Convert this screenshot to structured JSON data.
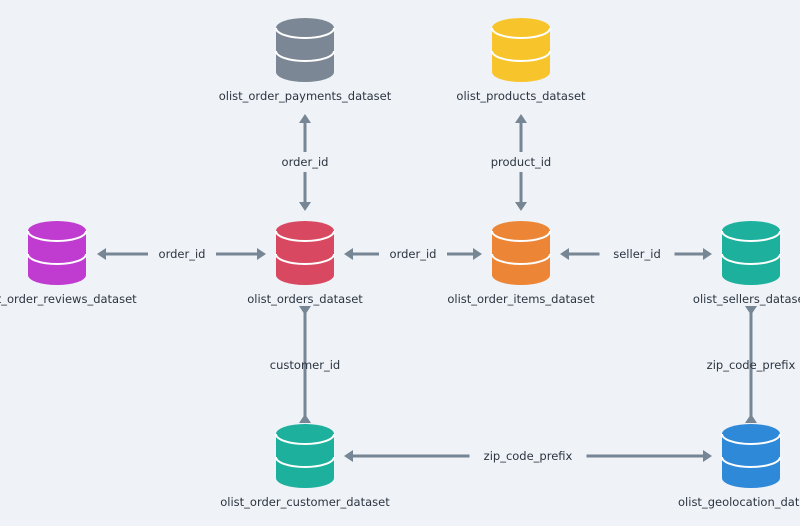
{
  "diagram": {
    "type": "entity-relationship",
    "nodes": [
      {
        "id": "payments",
        "label": "olist_order_payments_dataset",
        "color": "#7b8794",
        "icon": "database-icon"
      },
      {
        "id": "products",
        "label": "olist_products_dataset",
        "color": "#f7c52b",
        "icon": "database-icon"
      },
      {
        "id": "reviews",
        "label": "olist_order_reviews_dataset",
        "color": "#c03bd0",
        "icon": "database-icon"
      },
      {
        "id": "orders",
        "label": "olist_orders_dataset",
        "color": "#d84860",
        "icon": "database-icon"
      },
      {
        "id": "order_items",
        "label": "olist_order_items_dataset",
        "color": "#ec8636",
        "icon": "database-icon"
      },
      {
        "id": "sellers",
        "label": "olist_sellers_dataset",
        "color": "#1cb09d",
        "icon": "database-icon"
      },
      {
        "id": "customers",
        "label": "olist_order_customer_dataset",
        "color": "#1cb09d",
        "icon": "database-icon"
      },
      {
        "id": "geolocation",
        "label": "olist_geolocation_dataset",
        "color": "#2f89d9",
        "icon": "database-icon"
      }
    ],
    "edges": [
      {
        "from": "orders",
        "to": "payments",
        "label": "order_id",
        "direction": "both"
      },
      {
        "from": "order_items",
        "to": "products",
        "label": "product_id",
        "direction": "both"
      },
      {
        "from": "reviews",
        "to": "orders",
        "label": "order_id",
        "direction": "both"
      },
      {
        "from": "orders",
        "to": "order_items",
        "label": "order_id",
        "direction": "both"
      },
      {
        "from": "order_items",
        "to": "sellers",
        "label": "seller_id",
        "direction": "both"
      },
      {
        "from": "orders",
        "to": "customers",
        "label": "customer_id",
        "direction": "both"
      },
      {
        "from": "sellers",
        "to": "geolocation",
        "label": "zip_code_prefix",
        "direction": "both"
      },
      {
        "from": "customers",
        "to": "geolocation",
        "label": "zip_code_prefix",
        "direction": "both"
      }
    ]
  },
  "colors": {
    "background": "#eff3f7",
    "edge": "#778694",
    "text": "#2b3440"
  }
}
